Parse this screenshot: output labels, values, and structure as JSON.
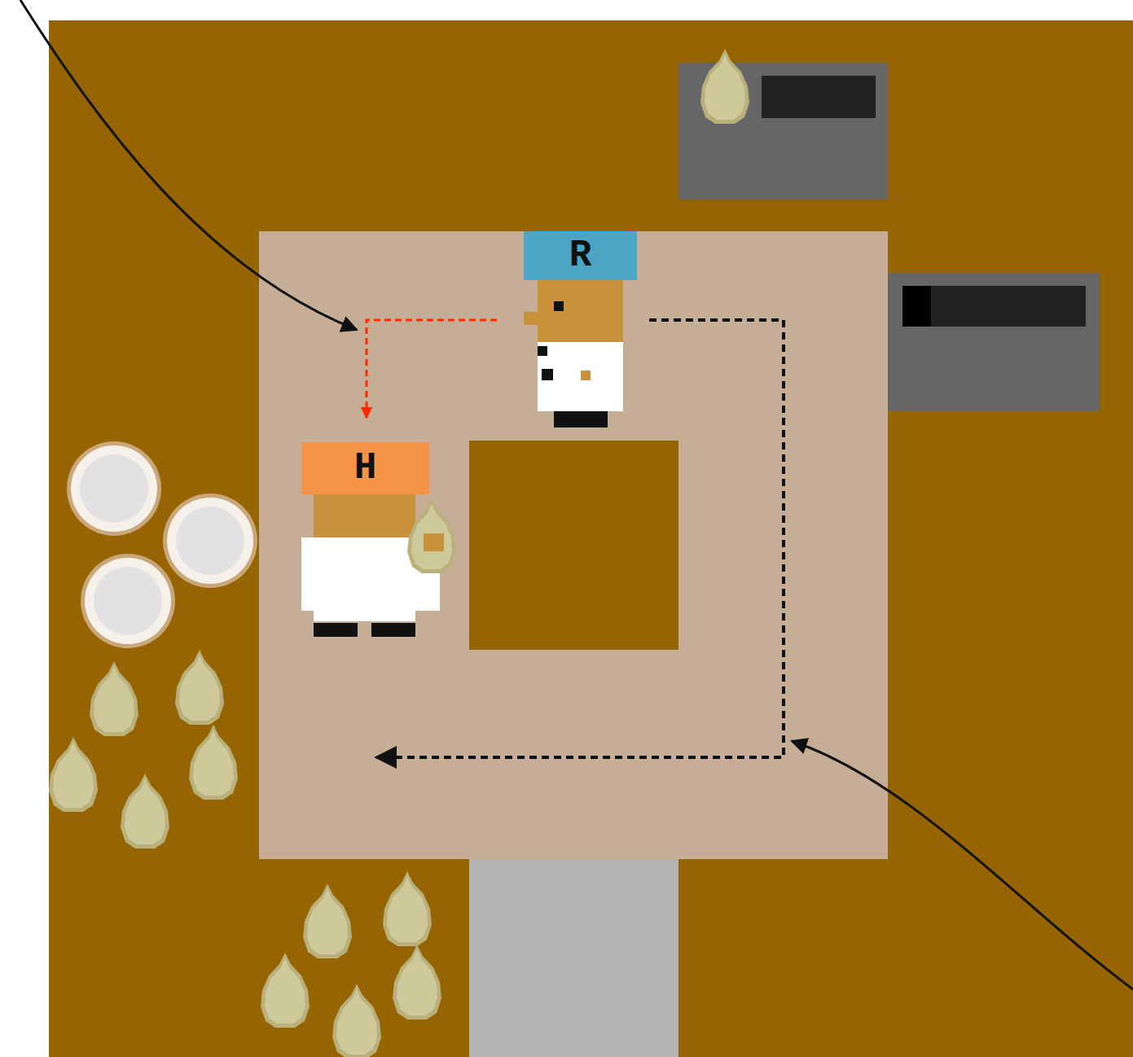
{
  "diagram": {
    "nodes": [
      {
        "text": [
          "R"
        ]
      },
      {
        "text": [
          "H"
        ]
      }
    ],
    "edges": [
      {
        "from": 0,
        "to": 1,
        "arrow": "to"
      }
    ]
  }
}
